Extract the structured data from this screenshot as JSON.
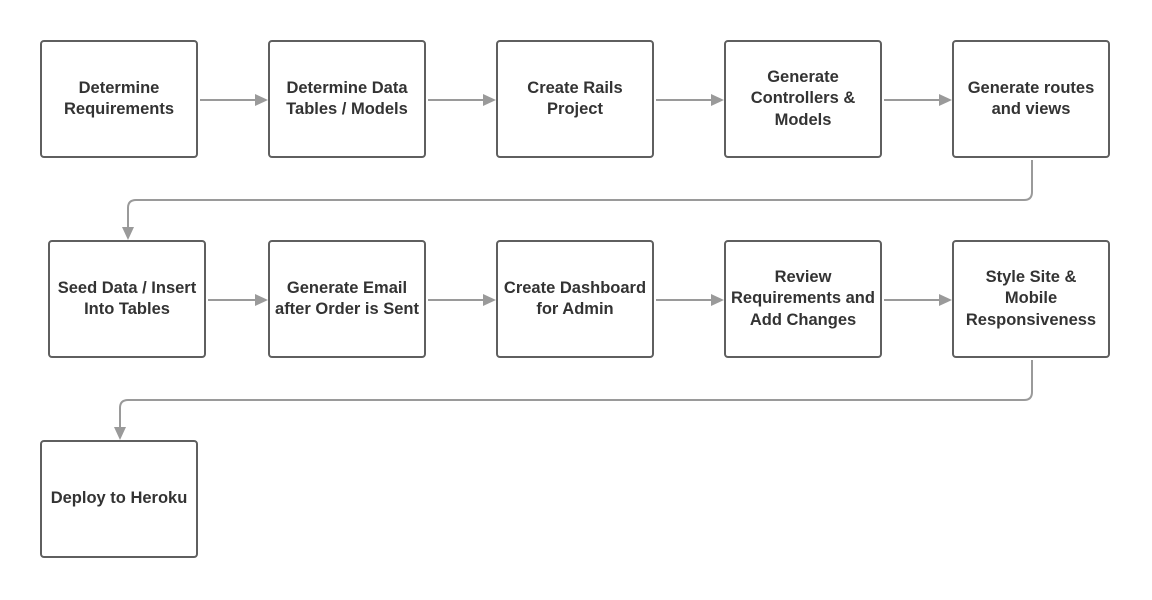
{
  "diagram": {
    "steps": [
      "Determine Requirements",
      "Determine Data Tables / Models",
      "Create Rails Project",
      "Generate Controllers & Models",
      "Generate routes and views",
      "Seed Data / Insert Into Tables",
      "Generate Email after Order is Sent",
      "Create Dashboard for Admin",
      "Review Requirements and Add Changes",
      "Style Site & Mobile Responsiveness",
      "Deploy to Heroku"
    ],
    "colors": {
      "box_border": "#5f5f5f",
      "text": "#333333",
      "connector": "#9a9a9a",
      "background": "#ffffff"
    }
  }
}
